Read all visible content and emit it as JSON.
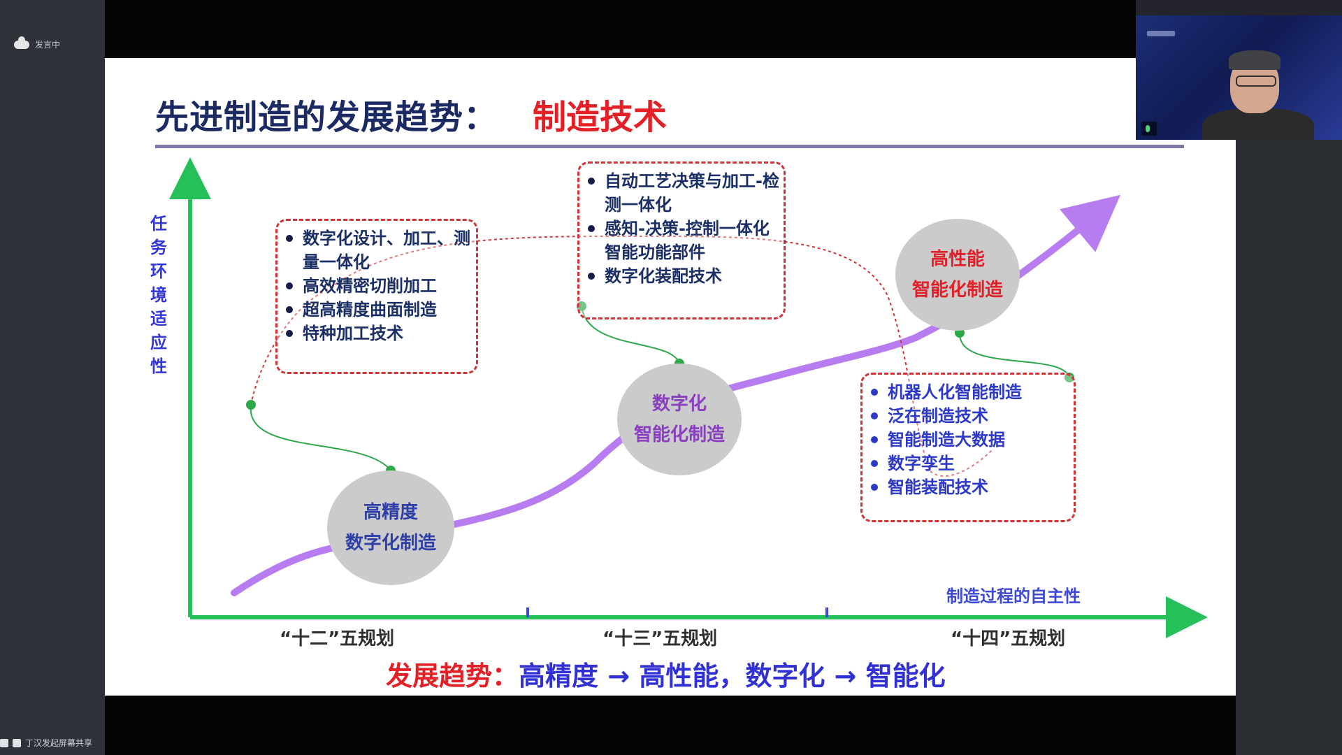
{
  "left_rail": {
    "status_label": "发言中"
  },
  "slide": {
    "title_main": "先进制造的发展趋势：",
    "title_emph": "制造技术",
    "y_axis_label": "任务环境适应性",
    "x_axis_label": "制造过程的自主性",
    "periods": [
      "“十二”五规划",
      "“十三”五规划",
      "“十四”五规划"
    ],
    "bubbles": [
      {
        "line1": "高精度",
        "line2": "数字化制造"
      },
      {
        "line1": "数字化",
        "line2": "智能化制造"
      },
      {
        "line1": "高性能",
        "line2": "智能化制造"
      }
    ],
    "boxes": [
      {
        "items": [
          "数字化设计、加工、测量一体化",
          "高效精密切削加工",
          "超高精度曲面制造",
          "特种加工技术"
        ]
      },
      {
        "items": [
          "自动工艺决策与加工-检测一体化",
          "感知-决策-控制一体化智能功能部件",
          "数字化装配技术"
        ]
      },
      {
        "items": [
          "机器人化智能制造",
          "泛在制造技术",
          "智能制造大数据",
          "数字孪生",
          "智能装配技术"
        ]
      }
    ],
    "footer": {
      "label": "发展趋势：",
      "text": "高精度 → 高性能，数字化 → 智能化"
    }
  },
  "video": {
    "top_label": "",
    "name_tag": ""
  },
  "bottom_status": {
    "label": "丁汉发起屏幕共享"
  },
  "colors": {
    "title_dark": "#1c2a63",
    "title_red": "#e41f25",
    "axis_green": "#25c05a",
    "trend_purple": "#b77df0",
    "bubble_grey": "#cbcbcb"
  }
}
